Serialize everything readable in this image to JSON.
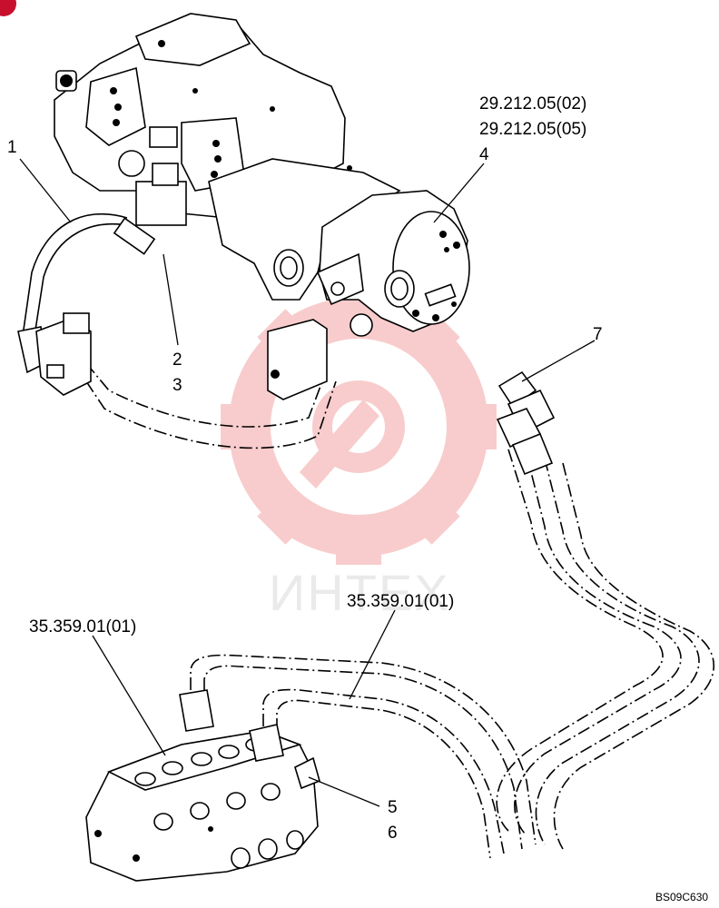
{
  "watermark": {
    "text": "ИНТЕХ",
    "color": "#f3a3a3"
  },
  "callouts": {
    "item_1": "1",
    "item_2": "2",
    "item_3": "3",
    "item_4": "4",
    "item_5": "5",
    "item_6": "6",
    "item_7": "7",
    "ref_pump_a": "29.212.05(02)",
    "ref_pump_b": "29.212.05(05)",
    "ref_valve": "35.359.01(01)",
    "ref_lines": "35.359.01(01)"
  },
  "figure_code": "BS09C630"
}
